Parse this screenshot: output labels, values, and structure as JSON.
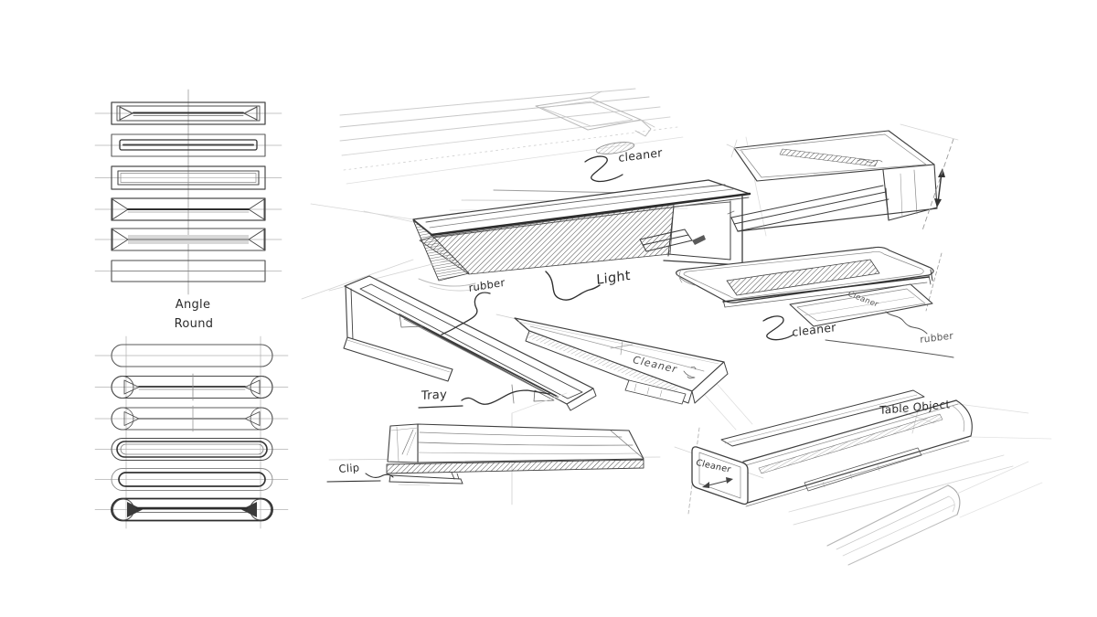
{
  "page": {
    "background": "#ffffff",
    "ink": "#3a3a3a",
    "faint_ink": "#cccccc"
  },
  "profile_studies": {
    "angle_label": "Angle",
    "round_label": "Round"
  },
  "annotations": [
    {
      "id": "cleaner-top",
      "text": "cleaner"
    },
    {
      "id": "rubber-main",
      "text": "rubber"
    },
    {
      "id": "light",
      "text": "Light"
    },
    {
      "id": "tray",
      "text": "Tray"
    },
    {
      "id": "cleaner-slot",
      "text": "cleaner"
    },
    {
      "id": "rubber-slot",
      "text": "rubber"
    },
    {
      "id": "table-object",
      "text": "Table Object"
    },
    {
      "id": "clip",
      "text": "Clip"
    },
    {
      "id": "cleaner-drawer",
      "text": "Cleaner"
    },
    {
      "id": "cleaner-slab",
      "text": "Cleaner"
    },
    {
      "id": "cleaner-endcap",
      "text": "Cleaner"
    }
  ]
}
